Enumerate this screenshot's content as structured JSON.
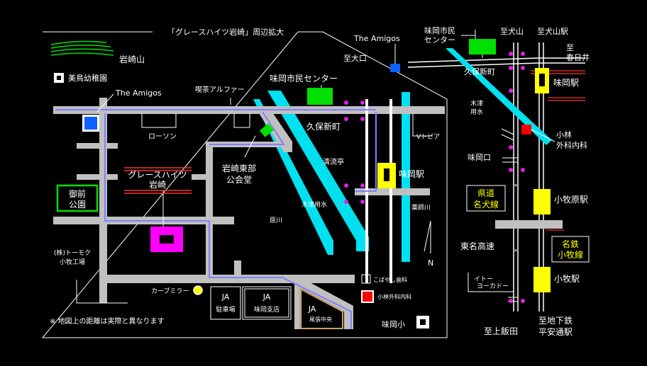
{
  "detail": {
    "title": "「グレースハイツ岩崎」周辺拡大",
    "iwasakiyama": "岩崎山",
    "kindergarten": "美鳥幼稚園",
    "amigos": "The Amigos",
    "alpha": "喫茶アルファー",
    "civic_center": "味岡市民センター",
    "lawson": "ローソン",
    "kubo": "久保新町",
    "seiryutei": "清流亭",
    "vtopia": "Vトピア",
    "kizuyosui": "木津用水",
    "yakushigawa": "薬師川",
    "ajiokaeki": "味岡駅",
    "hall": [
      "岩崎東部",
      "公会堂"
    ],
    "grace": [
      "グレースハイツ",
      "岩崎"
    ],
    "park": [
      "御前",
      "公園"
    ],
    "harakawa": "原川",
    "tomoku": [
      "(株)トーモク",
      "小牧工場"
    ],
    "mirror": "カーブミラー",
    "ja_parking": [
      "JA",
      "駐車場"
    ],
    "ja_branch": [
      "JA",
      "味岡支店"
    ],
    "ja_oya": [
      "JA",
      "尾張中央"
    ],
    "kobayashi_dental": "こばやし歯科",
    "kobayashi_clinic": "小林外科内科",
    "ajioka_school": "味岡小",
    "north": "N",
    "note": "※ 地図上の距離は実際と異なります"
  },
  "overview": {
    "amigos": "The Amigos",
    "civic": [
      "味岡市民",
      "センター"
    ],
    "inuyama": "至犬山",
    "inuyama_eki": "至犬山駅",
    "kasugai": [
      "至",
      "春日井"
    ],
    "oguchi": "至大口",
    "kubo": "久保新町",
    "kizu": [
      "木津",
      "用水"
    ],
    "ajiokaeki": "味岡駅",
    "kobayashi": [
      "小林",
      "外科内科"
    ],
    "ajiokaguchi": "味岡口",
    "prefroad": [
      "県道",
      "名犬線"
    ],
    "komakihara": "小牧原駅",
    "tomei": "東名高速",
    "meitetsu": [
      "名鉄",
      "小牧線"
    ],
    "itoyokado": [
      "イトー",
      "ヨーカドー"
    ],
    "komakieki": "小牧駅",
    "kamiiida": "至上飯田",
    "subway": [
      "至地下鉄",
      "平安通駅"
    ]
  },
  "colors": {
    "road": "#c0c0c0",
    "route": "#8080ff",
    "river": "#00e0f0",
    "green": "#00e000",
    "blue": "#1060ff",
    "magenta": "#ff00ff",
    "yellow": "#ffff00",
    "red": "#ff0000",
    "dots": "#e020e0"
  }
}
